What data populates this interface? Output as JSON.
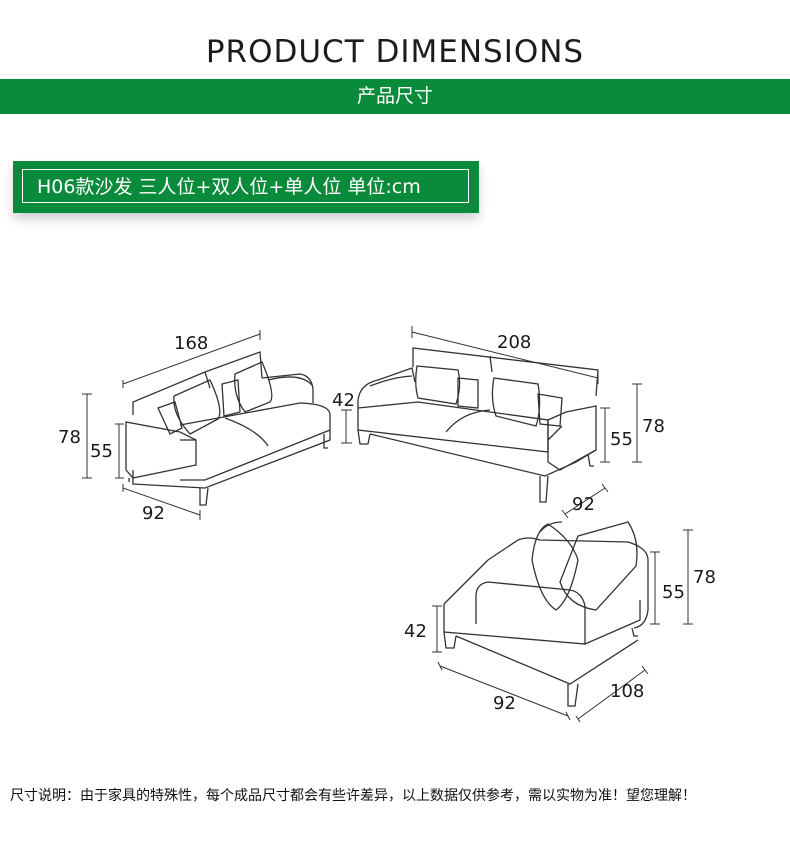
{
  "header": {
    "title": "PRODUCT DIMENSIONS",
    "subtitle": "产品尺寸"
  },
  "product": {
    "label": "H06款沙发 三人位+双人位+单人位 单位:cm"
  },
  "two_seater": {
    "width": "168",
    "height_total": "78",
    "height_arm": "55",
    "depth": "92"
  },
  "three_seater": {
    "width": "208",
    "seat_height": "42",
    "height_arm": "55",
    "height_total": "78",
    "depth": "92"
  },
  "single_seater": {
    "seat_height": "42",
    "height_arm": "55",
    "height_total": "78",
    "width": "92",
    "depth": "108"
  },
  "footer": {
    "note": "尺寸说明：由于家具的特殊性，每个成品尺寸都会有些许差异，以上数据仅供参考，需以实物为准！望您理解！"
  },
  "colors": {
    "accent": "#0a8a3b"
  }
}
